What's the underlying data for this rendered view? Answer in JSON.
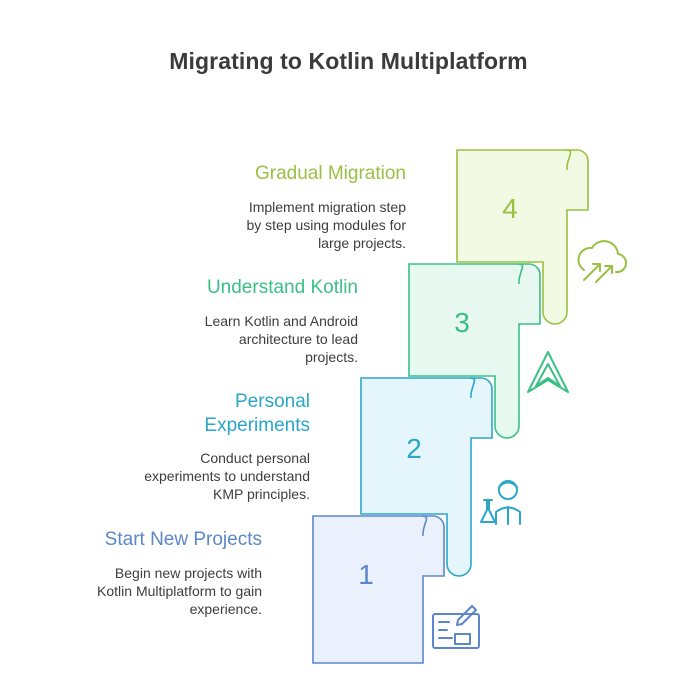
{
  "title": "Migrating to Kotlin Multiplatform",
  "steps": [
    {
      "number": "1",
      "heading_lines": [
        "Start New Projects"
      ],
      "desc_lines": [
        "Begin new projects with",
        "Kotlin Multiplatform to gain",
        "experience."
      ],
      "color": "#5b87c9",
      "fill": "#eaf1fc",
      "icon": "planning-board-icon"
    },
    {
      "number": "2",
      "heading_lines": [
        "Personal",
        "Experiments"
      ],
      "desc_lines": [
        "Conduct personal",
        "experiments to understand",
        "KMP principles."
      ],
      "color": "#2ba6c9",
      "fill": "#e4f6fb",
      "icon": "scientist-icon"
    },
    {
      "number": "3",
      "heading_lines": [
        "Understand Kotlin"
      ],
      "desc_lines": [
        "Learn Kotlin and Android",
        "architecture to lead",
        "projects."
      ],
      "color": "#3bbf85",
      "fill": "#e6f8ef",
      "icon": "upward-chevron-icon"
    },
    {
      "number": "4",
      "heading_lines": [
        "Gradual Migration"
      ],
      "desc_lines": [
        "Implement migration step",
        "by step using modules for",
        "large projects."
      ],
      "color": "#9ac043",
      "fill": "#f3fae3",
      "icon": "cloud-upload-arrows-icon"
    }
  ]
}
